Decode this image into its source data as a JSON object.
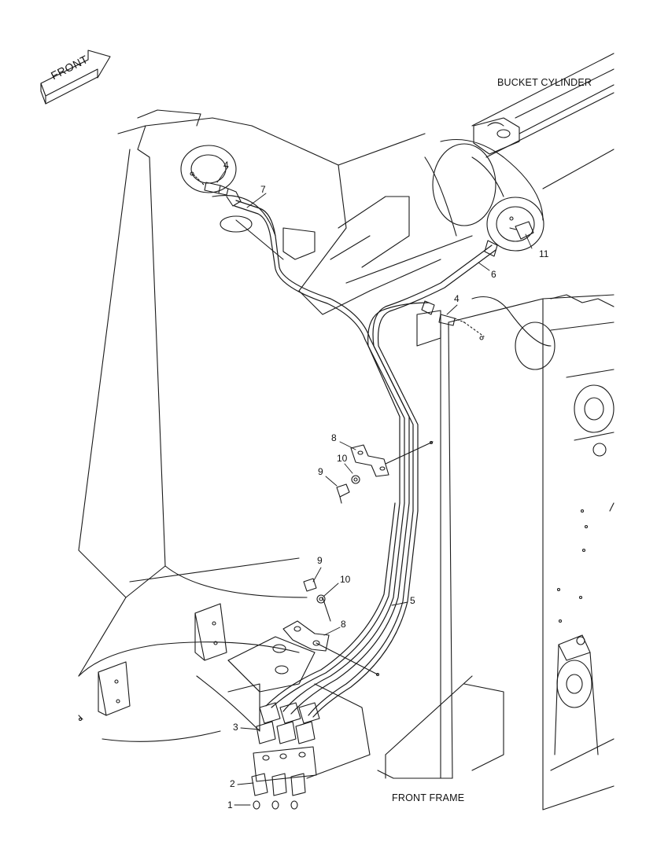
{
  "labels": {
    "front": "FRONT",
    "bucket_cylinder": "BUCKET CYLINDER",
    "front_frame": "FRONT FRAME"
  },
  "callouts": {
    "c1": "1",
    "c2": "2",
    "c3": "3",
    "c4a": "4",
    "c4b": "4",
    "c5": "5",
    "c6": "6",
    "c7": "7",
    "c8a": "8",
    "c8b": "8",
    "c9a": "9",
    "c9b": "9",
    "c10a": "10",
    "c10b": "10",
    "c11": "11"
  },
  "colors": {
    "line": "#1a1a1a",
    "paper": "#ffffff"
  }
}
